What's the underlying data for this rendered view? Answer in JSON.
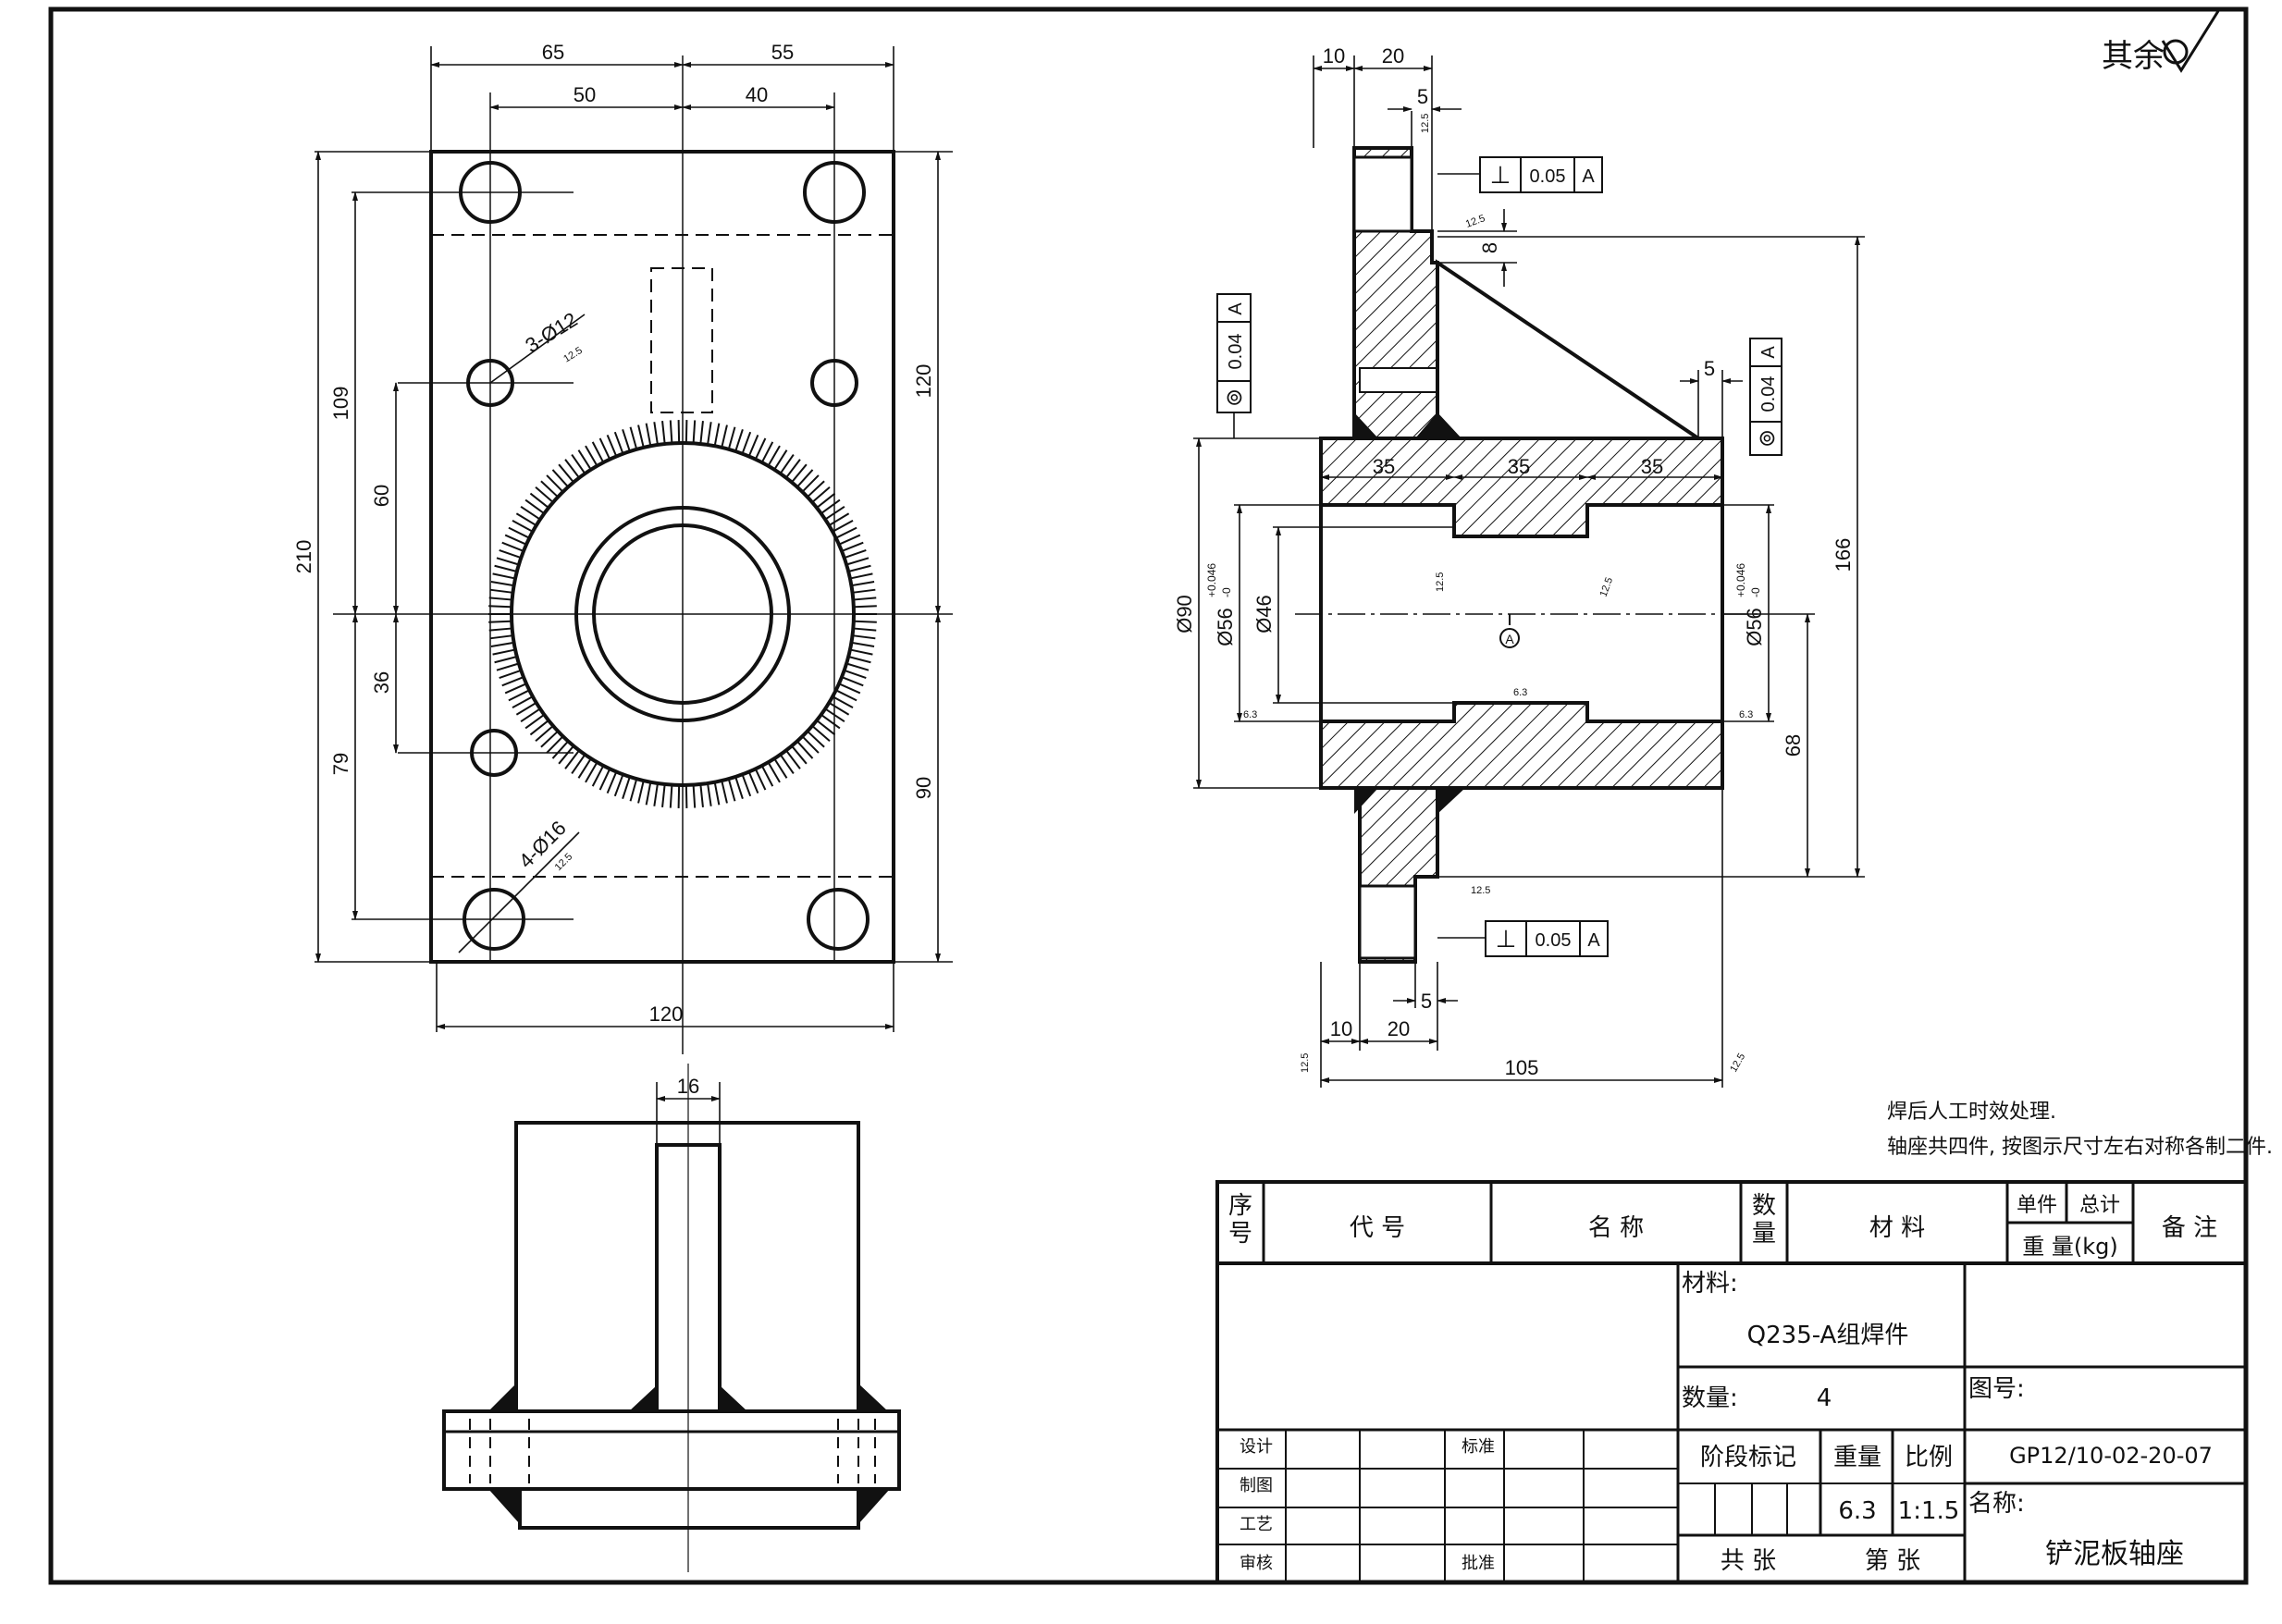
{
  "surface_finish_note": "其余",
  "plan_view": {
    "dims_top": [
      "65",
      "55",
      "50",
      "40"
    ],
    "dims_left": [
      "210",
      "109",
      "60",
      "36",
      "79"
    ],
    "dims_right": [
      "120",
      "90"
    ],
    "dims_bottom": [
      "120"
    ],
    "hole_callouts": [
      "3-Ø12",
      "4-Ø16"
    ],
    "roughness": [
      "12.5",
      "12.5"
    ]
  },
  "section_view": {
    "dims_top": [
      "10",
      "20",
      "5"
    ],
    "dims_bottom": [
      "10",
      "20",
      "5",
      "105"
    ],
    "dims_bore_lengths": [
      "35",
      "35",
      "35"
    ],
    "dims_diameters": [
      "Ø90",
      "Ø56",
      "Ø46",
      "Ø56"
    ],
    "tolerance_upper": "+0.046",
    "tolerance_lower": "-0",
    "dims_vertical": [
      "8",
      "166",
      "68",
      "5"
    ],
    "datum": "A",
    "tolerance_frames": [
      {
        "symbol": "⊥",
        "value": "0.05",
        "datum": "A"
      },
      {
        "symbol": "⊚",
        "value": "0.04",
        "datum": "A"
      },
      {
        "symbol": "⊚",
        "value": "0.04",
        "datum": "A"
      },
      {
        "symbol": "⊥",
        "value": "0.05",
        "datum": "A"
      }
    ],
    "roughness": [
      "12.5",
      "12.5",
      "6.3",
      "12.5",
      "6.3",
      "6.3",
      "12.5",
      "12.5",
      "12.5",
      "12.5"
    ]
  },
  "side_view": {
    "dims": [
      "16"
    ]
  },
  "notes": [
    "焊后人工时效处理.",
    "轴座共四件, 按图示尺寸左右对称各制二件."
  ],
  "title_block": {
    "header": {
      "seq": "序\n号",
      "code": "代 号",
      "name": "名 称",
      "qty": "数\n量",
      "material": "材 料",
      "unit_weight": "单件",
      "total_weight": "总计",
      "weight_kg": "重 量(kg)",
      "remarks": "备 注"
    },
    "material_label": "材料:",
    "material_value": "Q235-A组焊件",
    "quantity_label": "数量:",
    "quantity_value": "4",
    "drawing_no_label": "图号:",
    "drawing_no_value": "GP12/10-02-20-07",
    "stage_label": "阶段标记",
    "weight_label": "重量",
    "scale_label": "比例",
    "weight_value": "6.3",
    "scale_value": "1:1.5",
    "name_label": "名称:",
    "name_value": "铲泥板轴座",
    "sheets_total": "共  张",
    "sheet_no": "第  张",
    "signatures": {
      "design": "设计",
      "draw": "制图",
      "process": "工艺",
      "review": "审核",
      "standard": "标准",
      "approve": "批准"
    }
  }
}
